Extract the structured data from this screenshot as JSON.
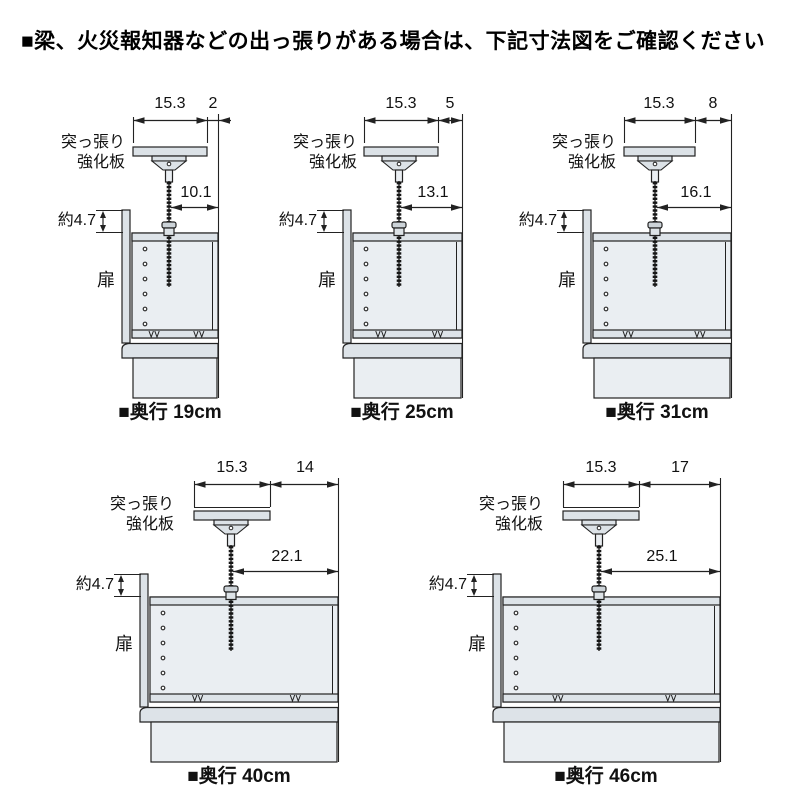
{
  "header": {
    "title": "■梁、火災報知器などの出っ張りがある場合は、下記寸法図をご確認ください"
  },
  "shared": {
    "plate_label_line1": "突っ張り",
    "plate_label_line2": "強化板",
    "approx_height_label": "約4.7",
    "door_label": "扉"
  },
  "diagrams": [
    {
      "id": "depth-19cm",
      "depth_label": "■奥行 19cm",
      "top_width": "15.3",
      "top_offset": "2",
      "inner_offset": "10.1"
    },
    {
      "id": "depth-25cm",
      "depth_label": "■奥行 25cm",
      "top_width": "15.3",
      "top_offset": "5",
      "inner_offset": "13.1"
    },
    {
      "id": "depth-31cm",
      "depth_label": "■奥行 31cm",
      "top_width": "15.3",
      "top_offset": "8",
      "inner_offset": "16.1"
    },
    {
      "id": "depth-40cm",
      "depth_label": "■奥行 40cm",
      "top_width": "15.3",
      "top_offset": "14",
      "inner_offset": "22.1"
    },
    {
      "id": "depth-46cm",
      "depth_label": "■奥行 46cm",
      "top_width": "15.3",
      "top_offset": "17",
      "inner_offset": "25.1"
    }
  ]
}
